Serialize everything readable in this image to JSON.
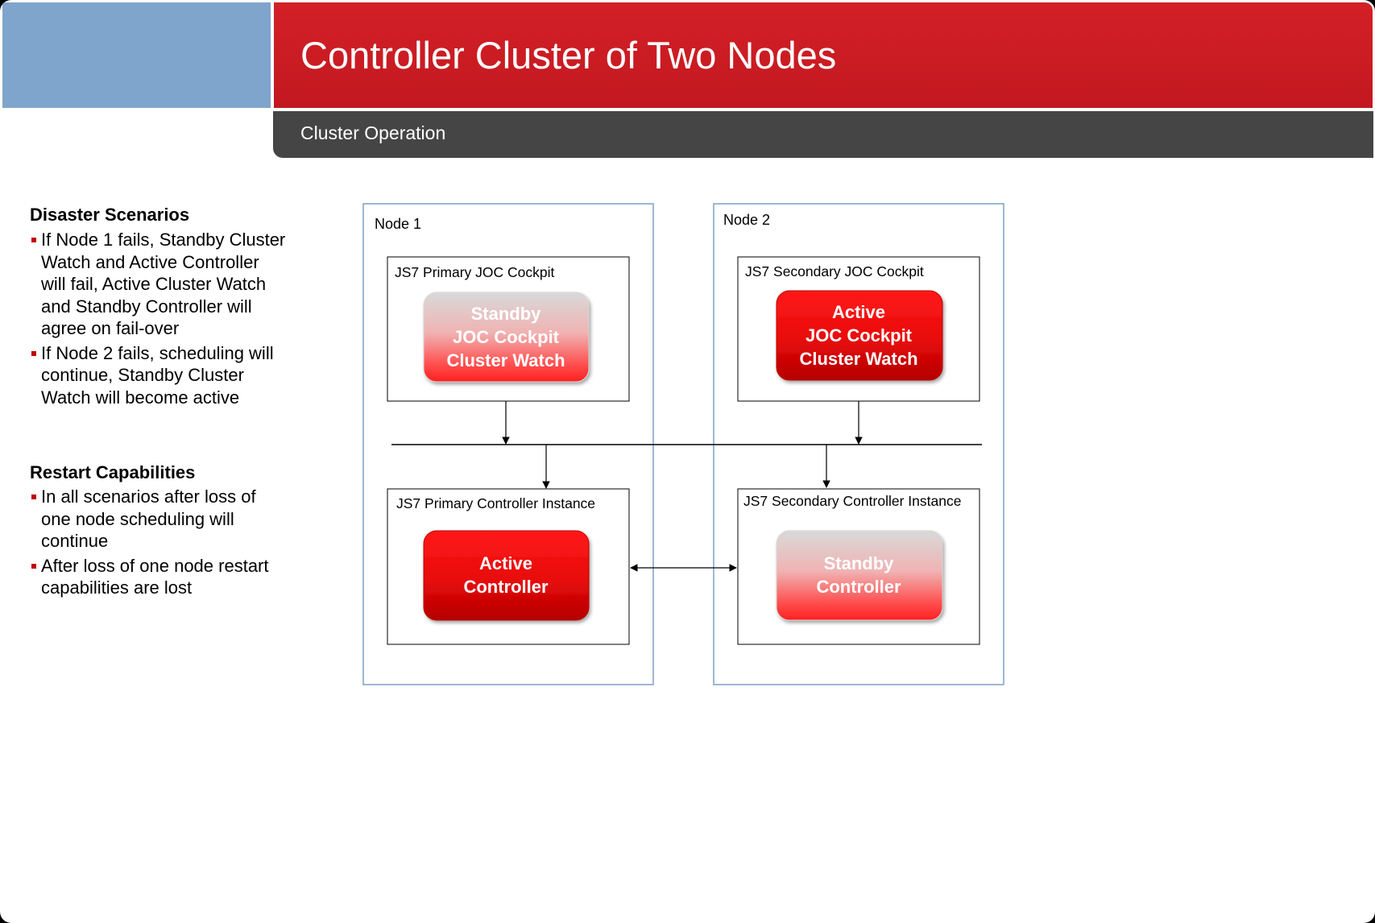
{
  "header": {
    "title": "Controller Cluster of Two Nodes",
    "subtitle": "Cluster Operation"
  },
  "sidebar": {
    "sections": [
      {
        "heading": "Disaster Scenarios",
        "bullets": [
          [
            "If Node 1 fails, Standby Cluster",
            "Watch and Active Controller",
            "will  fail, Active Cluster Watch",
            "and Standby Controller will",
            "agree on fail-over"
          ],
          [
            "If Node 2 fails, scheduling will",
            "continue,  Standby Cluster",
            "Watch will become active"
          ]
        ]
      },
      {
        "heading": "Restart Capabilities",
        "bullets": [
          [
            "In all scenarios after loss of",
            "one node scheduling  will",
            "continue"
          ],
          [
            "After loss of one node restart",
            "capabilities are lost"
          ]
        ]
      }
    ]
  },
  "diagram": {
    "node1": {
      "label": "Node 1",
      "joc_box_label": "JS7 Primary  JOC Cockpit",
      "joc_pill": [
        "Standby",
        "JOC Cockpit",
        "Cluster Watch"
      ],
      "controller_box_label": "JS7 Primary  Controller Instance",
      "controller_pill": [
        "Active",
        "Controller"
      ]
    },
    "node2": {
      "label": "Node 2",
      "joc_box_label": "JS7 Secondary JOC Cockpit",
      "joc_pill": [
        "Active",
        "JOC Cockpit",
        "Cluster Watch"
      ],
      "controller_box_label": "JS7 Secondary Controller Instance",
      "controller_pill": [
        "Standby",
        "Controller"
      ]
    }
  },
  "colors": {
    "title_red": "#c8191f",
    "header_blue": "#7fa5cc",
    "subtitle_gray": "#454545",
    "bullet_red": "#c00000",
    "node_border": "#7f9fc6"
  }
}
